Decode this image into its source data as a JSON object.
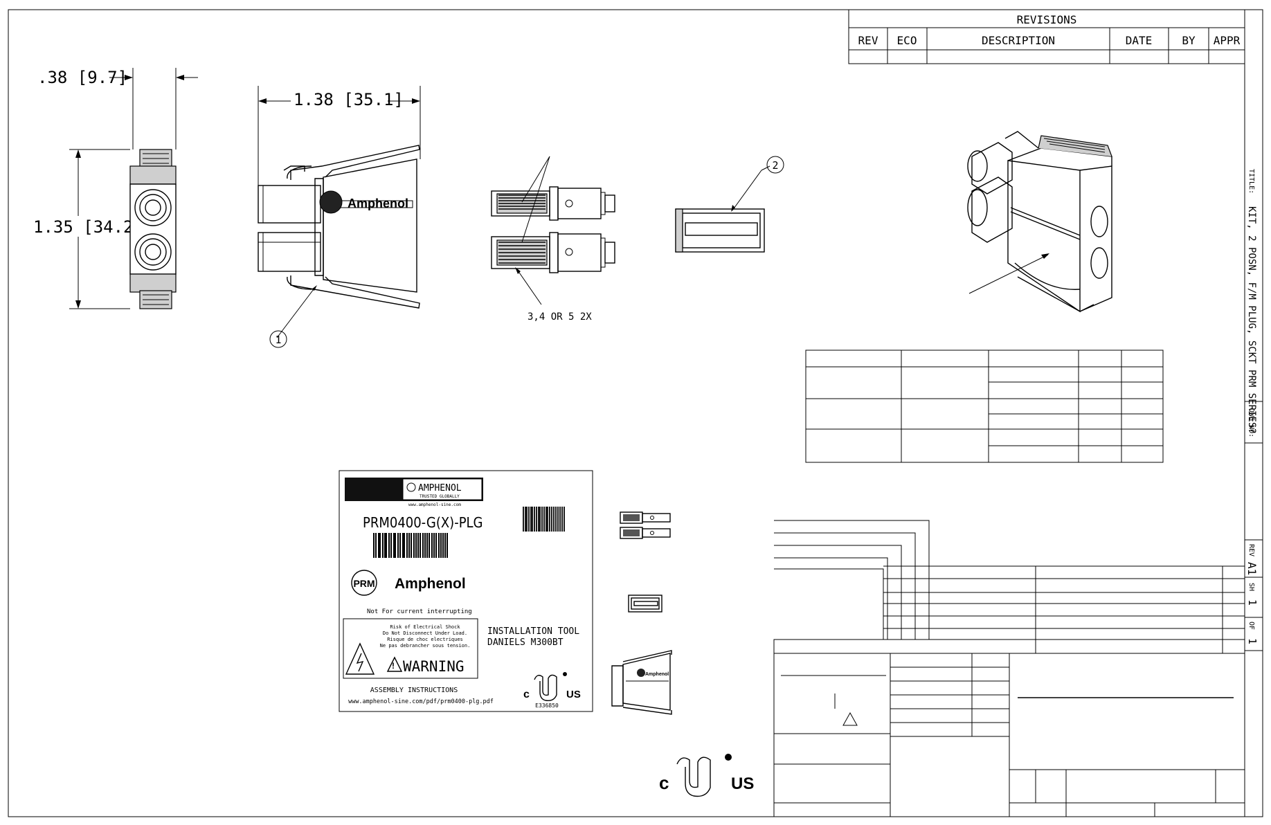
{
  "revisions": {
    "title": "REVISIONS",
    "columns": [
      "REV",
      "ECO",
      "DESCRIPTION",
      "DATE",
      "BY",
      "APPR"
    ]
  },
  "dimensions": {
    "width_side": ".38 [9.7]",
    "height_side": "1.35 [34.2]",
    "length_front": "1.38 [35.1]"
  },
  "balloons": {
    "item1": "1",
    "item2": "2",
    "contacts_note": "3,4 OR 5 2X"
  },
  "housing_logo": "Amphenol",
  "label": {
    "brand": "AMPHENOL",
    "tagline": "TRUSTED GLOBALLY",
    "website": "www.amphenol-sine.com",
    "part_number": "PRM0400-G(X)-PLG",
    "prm_badge": "PRM",
    "brand2": "Amphenol",
    "not_interrupt": "Not For current interrupting",
    "warn_lines": [
      "Risk of Electrical Shock",
      "Do Not Disconnect Under Load.",
      "Risque de choc electriques",
      "Ne pas debrancher sous tension."
    ],
    "warning": "WARNING",
    "install_tool": [
      "INSTALLATION TOOL",
      "DANIELS M300BT"
    ],
    "assembly_title": "ASSEMBLY INSTRUCTIONS",
    "assembly_url": "www.amphenol-sine.com/pdf/prm0400-plg.pdf",
    "ul_file": "E336850",
    "ul_c": "c",
    "ul_us": "US"
  },
  "title_block_side": {
    "title_label": "TITLE:",
    "title_value": "KIT, 2 POSN, F/M PLUG, SCKT PRM SERIES?",
    "dwg_label": "DWG NO:",
    "rev_label": "REV",
    "rev_value": "A1",
    "sh_label": "SH",
    "sh_value": "1",
    "of_label": "OF",
    "of_value": "1"
  }
}
